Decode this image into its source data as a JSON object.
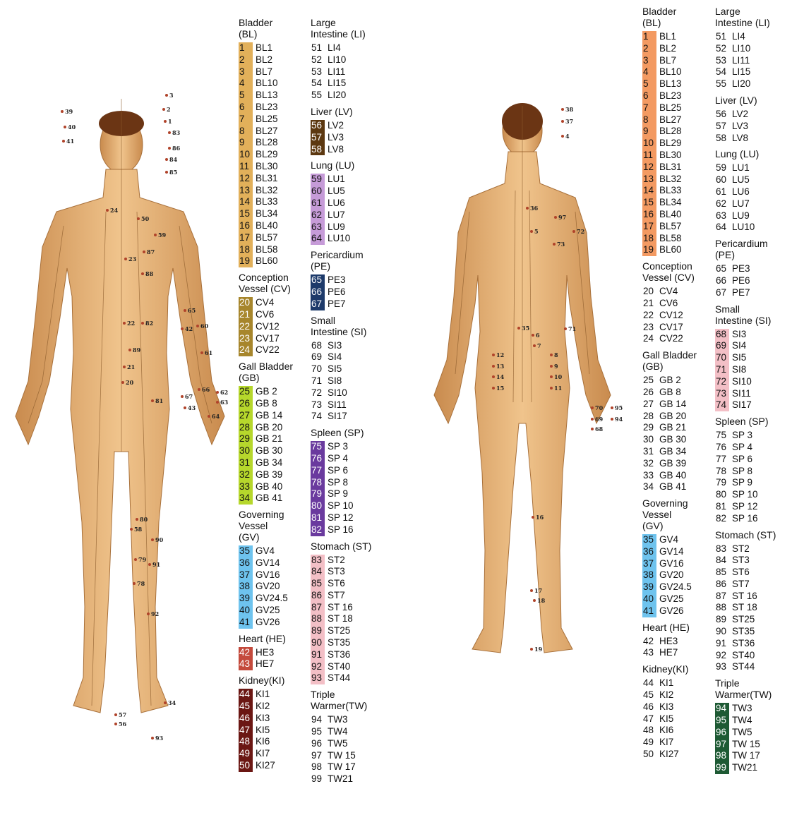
{
  "front_labels": [
    "3",
    "2",
    "1",
    "83",
    "86",
    "84",
    "85",
    "39",
    "40",
    "41",
    "24",
    "50",
    "59",
    "87",
    "23",
    "88",
    "65",
    "42",
    "60",
    "22",
    "82",
    "61",
    "89",
    "21",
    "20",
    "67",
    "43",
    "66",
    "62",
    "63",
    "64",
    "81",
    "80",
    "58",
    "90",
    "79",
    "91",
    "78",
    "92",
    "57",
    "56",
    "34",
    "93"
  ],
  "back_labels": [
    "38",
    "37",
    "4",
    "36",
    "5",
    "97",
    "72",
    "73",
    "71",
    "35",
    "6",
    "7",
    "8",
    "9",
    "10",
    "11",
    "12",
    "13",
    "14",
    "15",
    "70",
    "69",
    "68",
    "95",
    "94",
    "16",
    "17",
    "18",
    "19"
  ],
  "left_panel": {
    "col1": [
      {
        "title": "Bladder\n(BL)",
        "color": "#e2b05a",
        "items": [
          [
            "1",
            "BL1"
          ],
          [
            "2",
            "BL2"
          ],
          [
            "3",
            "BL7"
          ],
          [
            "4",
            "BL10"
          ],
          [
            "5",
            "BL13"
          ],
          [
            "6",
            "BL23"
          ],
          [
            "7",
            "BL25"
          ],
          [
            "8",
            "BL27"
          ],
          [
            "9",
            "BL28"
          ],
          [
            "10",
            "BL29"
          ],
          [
            "11",
            "BL30"
          ],
          [
            "12",
            "BL31"
          ],
          [
            "13",
            "BL32"
          ],
          [
            "14",
            "BL33"
          ],
          [
            "15",
            "BL34"
          ],
          [
            "16",
            "BL40"
          ],
          [
            "17",
            "BL57"
          ],
          [
            "18",
            "BL58"
          ],
          [
            "19",
            "BL60"
          ]
        ]
      },
      {
        "title": "Conception\nVessel (CV)",
        "color": "#a7862c",
        "items": [
          [
            "20",
            "CV4"
          ],
          [
            "21",
            "CV6"
          ],
          [
            "22",
            "CV12"
          ],
          [
            "23",
            "CV17"
          ],
          [
            "24",
            "CV22"
          ]
        ]
      },
      {
        "title": "Gall Bladder\n(GB)",
        "color": "#b6d72c",
        "items": [
          [
            "25",
            "GB 2"
          ],
          [
            "26",
            "GB 8"
          ],
          [
            "27",
            "GB 14"
          ],
          [
            "28",
            "GB 20"
          ],
          [
            "29",
            "GB 21"
          ],
          [
            "30",
            "GB 30"
          ],
          [
            "31",
            "GB 34"
          ],
          [
            "32",
            "GB 39"
          ],
          [
            "33",
            "GB 40"
          ],
          [
            "34",
            "GB 41"
          ]
        ]
      },
      {
        "title": "Governing\nVessel\n(GV)",
        "color": "#6ec3ee",
        "items": [
          [
            "35",
            "GV4"
          ],
          [
            "36",
            "GV14"
          ],
          [
            "37",
            "GV16"
          ],
          [
            "38",
            "GV20"
          ],
          [
            "39",
            "GV24.5"
          ],
          [
            "40",
            "GV25"
          ],
          [
            "41",
            "GV26"
          ]
        ]
      },
      {
        "title": "Heart (HE)",
        "color": "#c44a3c",
        "items": [
          [
            "42",
            "HE3"
          ],
          [
            "43",
            "HE7"
          ]
        ]
      },
      {
        "title": "Kidney(KI)",
        "color": "#6b1713",
        "items": [
          [
            "44",
            "KI1"
          ],
          [
            "45",
            "KI2"
          ],
          [
            "46",
            "KI3"
          ],
          [
            "47",
            "KI5"
          ],
          [
            "48",
            "KI6"
          ],
          [
            "49",
            "KI7"
          ],
          [
            "50",
            "KI27"
          ]
        ]
      }
    ],
    "col2": [
      {
        "title": "Large\nIntestine (LI)",
        "color": "",
        "items": [
          [
            "51",
            "LI4"
          ],
          [
            "52",
            "LI10"
          ],
          [
            "53",
            "LI11"
          ],
          [
            "54",
            "LI15"
          ],
          [
            "55",
            "LI20"
          ]
        ]
      },
      {
        "title": "Liver (LV)",
        "color": "#5c3810",
        "items": [
          [
            "56",
            "LV2"
          ],
          [
            "57",
            "LV3"
          ],
          [
            "58",
            "LV8"
          ]
        ]
      },
      {
        "title": "Lung (LU)",
        "color": "#c69bd8",
        "items": [
          [
            "59",
            "LU1"
          ],
          [
            "60",
            "LU5"
          ],
          [
            "61",
            "LU6"
          ],
          [
            "62",
            "LU7"
          ],
          [
            "63",
            "LU9"
          ],
          [
            "64",
            "LU10"
          ]
        ]
      },
      {
        "title": "Pericardium\n(PE)",
        "color": "#1d3a6a",
        "items": [
          [
            "65",
            "PE3"
          ],
          [
            "66",
            "PE6"
          ],
          [
            "67",
            "PE7"
          ]
        ]
      },
      {
        "title": "Small\nIntestine (SI)",
        "color": "",
        "items": [
          [
            "68",
            "SI3"
          ],
          [
            "69",
            "SI4"
          ],
          [
            "70",
            "SI5"
          ],
          [
            "71",
            "SI8"
          ],
          [
            "72",
            "SI10"
          ],
          [
            "73",
            "SI11"
          ],
          [
            "74",
            "SI17"
          ]
        ]
      },
      {
        "title": "Spleen (SP)",
        "color": "#6a3a9e",
        "items": [
          [
            "75",
            "SP 3"
          ],
          [
            "76",
            "SP 4"
          ],
          [
            "77",
            "SP 6"
          ],
          [
            "78",
            "SP 8"
          ],
          [
            "79",
            "SP 9"
          ],
          [
            "80",
            "SP 10"
          ],
          [
            "81",
            "SP 12"
          ],
          [
            "82",
            "SP 16"
          ]
        ]
      },
      {
        "title": "Stomach (ST)",
        "color": "#f3bfc6",
        "items": [
          [
            "83",
            "ST2"
          ],
          [
            "84",
            "ST3"
          ],
          [
            "85",
            "ST6"
          ],
          [
            "86",
            "ST7"
          ],
          [
            "87",
            "ST 16"
          ],
          [
            "88",
            "ST 18"
          ],
          [
            "89",
            "ST25"
          ],
          [
            "90",
            "ST35"
          ],
          [
            "91",
            "ST36"
          ],
          [
            "92",
            "ST40"
          ],
          [
            "93",
            "ST44"
          ]
        ]
      },
      {
        "title": "Triple\nWarmer(TW)",
        "color": "",
        "items": [
          [
            "94",
            "TW3"
          ],
          [
            "95",
            "TW4"
          ],
          [
            "96",
            "TW5"
          ],
          [
            "97",
            "TW 15"
          ],
          [
            "98",
            "TW 17"
          ],
          [
            "99",
            "TW21"
          ]
        ]
      }
    ]
  },
  "right_panel": {
    "col1": [
      {
        "title": "Bladder\n(BL)",
        "color": "#f39a62",
        "items": [
          [
            "1",
            "BL1"
          ],
          [
            "2",
            "BL2"
          ],
          [
            "3",
            "BL7"
          ],
          [
            "4",
            "BL10"
          ],
          [
            "5",
            "BL13"
          ],
          [
            "6",
            "BL23"
          ],
          [
            "7",
            "BL25"
          ],
          [
            "8",
            "BL27"
          ],
          [
            "9",
            "BL28"
          ],
          [
            "10",
            "BL29"
          ],
          [
            "11",
            "BL30"
          ],
          [
            "12",
            "BL31"
          ],
          [
            "13",
            "BL32"
          ],
          [
            "14",
            "BL33"
          ],
          [
            "15",
            "BL34"
          ],
          [
            "16",
            "BL40"
          ],
          [
            "17",
            "BL57"
          ],
          [
            "18",
            "BL58"
          ],
          [
            "19",
            "BL60"
          ]
        ]
      },
      {
        "title": "Conception\nVessel (CV)",
        "color": "",
        "items": [
          [
            "20",
            "CV4"
          ],
          [
            "21",
            "CV6"
          ],
          [
            "22",
            "CV12"
          ],
          [
            "23",
            "CV17"
          ],
          [
            "24",
            "CV22"
          ]
        ]
      },
      {
        "title": "Gall Bladder\n(GB)",
        "color": "",
        "items": [
          [
            "25",
            "GB 2"
          ],
          [
            "26",
            "GB 8"
          ],
          [
            "27",
            "GB 14"
          ],
          [
            "28",
            "GB 20"
          ],
          [
            "29",
            "GB 21"
          ],
          [
            "30",
            "GB 30"
          ],
          [
            "31",
            "GB 34"
          ],
          [
            "32",
            "GB 39"
          ],
          [
            "33",
            "GB 40"
          ],
          [
            "34",
            "GB 41"
          ]
        ]
      },
      {
        "title": "Governing\nVessel\n(GV)",
        "color": "#6ec3ee",
        "items": [
          [
            "35",
            "GV4"
          ],
          [
            "36",
            "GV14"
          ],
          [
            "37",
            "GV16"
          ],
          [
            "38",
            "GV20"
          ],
          [
            "39",
            "GV24.5"
          ],
          [
            "40",
            "GV25"
          ],
          [
            "41",
            "GV26"
          ]
        ]
      },
      {
        "title": "Heart (HE)",
        "color": "",
        "items": [
          [
            "42",
            "HE3"
          ],
          [
            "43",
            "HE7"
          ]
        ]
      },
      {
        "title": "Kidney(KI)",
        "color": "",
        "items": [
          [
            "44",
            "KI1"
          ],
          [
            "45",
            "KI2"
          ],
          [
            "46",
            "KI3"
          ],
          [
            "47",
            "KI5"
          ],
          [
            "48",
            "KI6"
          ],
          [
            "49",
            "KI7"
          ],
          [
            "50",
            "KI27"
          ]
        ]
      }
    ],
    "col2": [
      {
        "title": "Large\nIntestine (LI)",
        "color": "",
        "items": [
          [
            "51",
            "LI4"
          ],
          [
            "52",
            "LI10"
          ],
          [
            "53",
            "LI11"
          ],
          [
            "54",
            "LI15"
          ],
          [
            "55",
            "LI20"
          ]
        ]
      },
      {
        "title": "Liver (LV)",
        "color": "",
        "items": [
          [
            "56",
            "LV2"
          ],
          [
            "57",
            "LV3"
          ],
          [
            "58",
            "LV8"
          ]
        ]
      },
      {
        "title": "Lung (LU)",
        "color": "",
        "items": [
          [
            "59",
            "LU1"
          ],
          [
            "60",
            "LU5"
          ],
          [
            "61",
            "LU6"
          ],
          [
            "62",
            "LU7"
          ],
          [
            "63",
            "LU9"
          ],
          [
            "64",
            "LU10"
          ]
        ]
      },
      {
        "title": "Pericardium\n(PE)",
        "color": "",
        "items": [
          [
            "65",
            "PE3"
          ],
          [
            "66",
            "PE6"
          ],
          [
            "67",
            "PE7"
          ]
        ]
      },
      {
        "title": "Small\nIntestine (SI)",
        "color": "#f3bfc6",
        "items": [
          [
            "68",
            "SI3"
          ],
          [
            "69",
            "SI4"
          ],
          [
            "70",
            "SI5"
          ],
          [
            "71",
            "SI8"
          ],
          [
            "72",
            "SI10"
          ],
          [
            "73",
            "SI11"
          ],
          [
            "74",
            "SI17"
          ]
        ]
      },
      {
        "title": "Spleen (SP)",
        "color": "",
        "items": [
          [
            "75",
            "SP 3"
          ],
          [
            "76",
            "SP 4"
          ],
          [
            "77",
            "SP 6"
          ],
          [
            "78",
            "SP 8"
          ],
          [
            "79",
            "SP 9"
          ],
          [
            "80",
            "SP 10"
          ],
          [
            "81",
            "SP 12"
          ],
          [
            "82",
            "SP 16"
          ]
        ]
      },
      {
        "title": "Stomach (ST)",
        "color": "",
        "items": [
          [
            "83",
            "ST2"
          ],
          [
            "84",
            "ST3"
          ],
          [
            "85",
            "ST6"
          ],
          [
            "86",
            "ST7"
          ],
          [
            "87",
            "ST 16"
          ],
          [
            "88",
            "ST 18"
          ],
          [
            "89",
            "ST25"
          ],
          [
            "90",
            "ST35"
          ],
          [
            "91",
            "ST36"
          ],
          [
            "92",
            "ST40"
          ],
          [
            "93",
            "ST44"
          ]
        ]
      },
      {
        "title": "Triple\nWarmer(TW)",
        "color": "#1e5a34",
        "items": [
          [
            "94",
            "TW3"
          ],
          [
            "95",
            "TW4"
          ],
          [
            "96",
            "TW5"
          ],
          [
            "97",
            "TW 15"
          ],
          [
            "98",
            "TW 17"
          ],
          [
            "99",
            "TW21"
          ]
        ]
      }
    ]
  }
}
